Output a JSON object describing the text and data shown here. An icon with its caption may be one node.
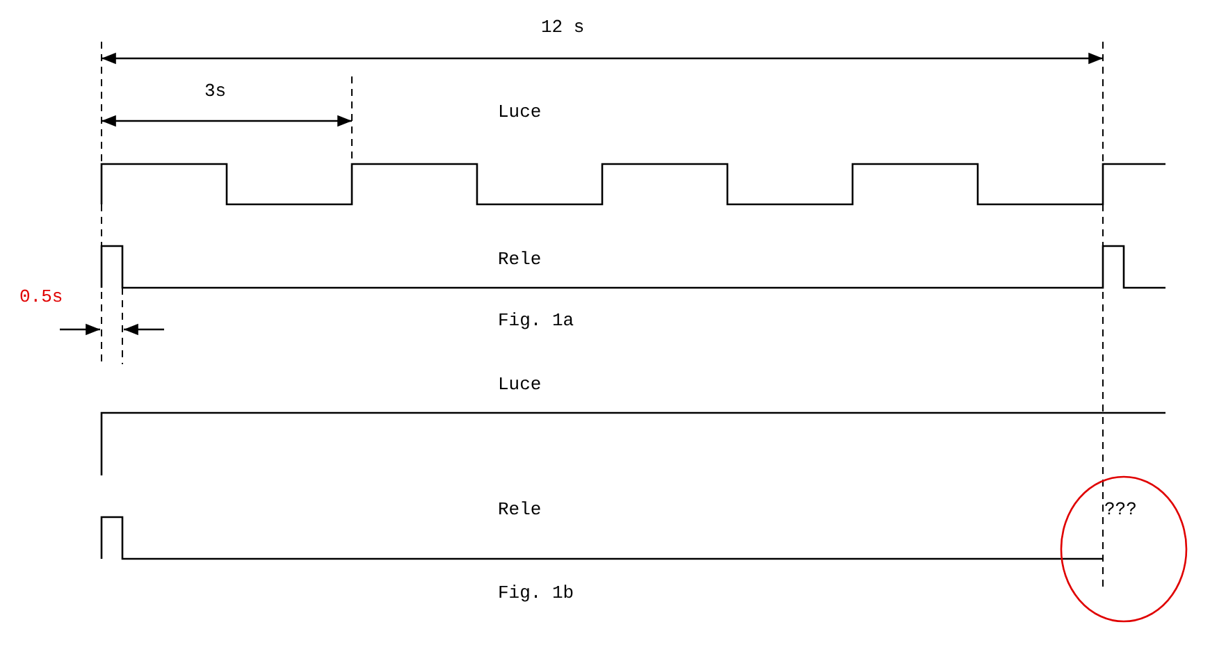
{
  "diagram": {
    "nodes": [
      {
        "text": [
          "???"
        ]
      }
    ],
    "edges": [],
    "labels": [
      "12 s",
      "3s",
      "Luce",
      "Rele",
      "0.5s",
      "Fig. 1a",
      "Luce",
      "Rele",
      "Fig. 1b"
    ]
  }
}
